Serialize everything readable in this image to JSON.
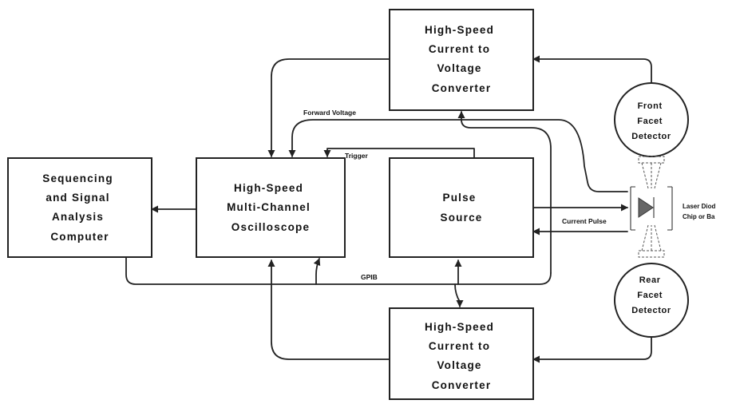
{
  "nodes": {
    "top_converter": {
      "lines": [
        "High-Speed",
        "Current to",
        "Voltage",
        "Converter"
      ]
    },
    "bottom_converter": {
      "lines": [
        "High-Speed",
        "Current to",
        "Voltage",
        "Converter"
      ]
    },
    "computer": {
      "lines": [
        "Sequencing",
        "and Signal",
        "Analysis",
        "Computer"
      ]
    },
    "oscilloscope": {
      "lines": [
        "High-Speed",
        "Multi-Channel",
        "Oscilloscope"
      ]
    },
    "pulse_source": {
      "lines": [
        "Pulse",
        "Source"
      ]
    },
    "front_detector": {
      "lines": [
        "Front",
        "Facet",
        "Detector"
      ]
    },
    "rear_detector": {
      "lines": [
        "Rear",
        "Facet",
        "Detector"
      ]
    },
    "laser": {
      "lines": [
        "Laser Diod",
        "Chip or Ba"
      ]
    }
  },
  "labels": {
    "forward_voltage": "Forward Voltage",
    "trigger": "Trigger",
    "current_pulse": "Current Pulse",
    "gpib": "GPIB"
  },
  "colors": {
    "stroke": "#222222",
    "diode": "#666666",
    "background": "#ffffff"
  }
}
